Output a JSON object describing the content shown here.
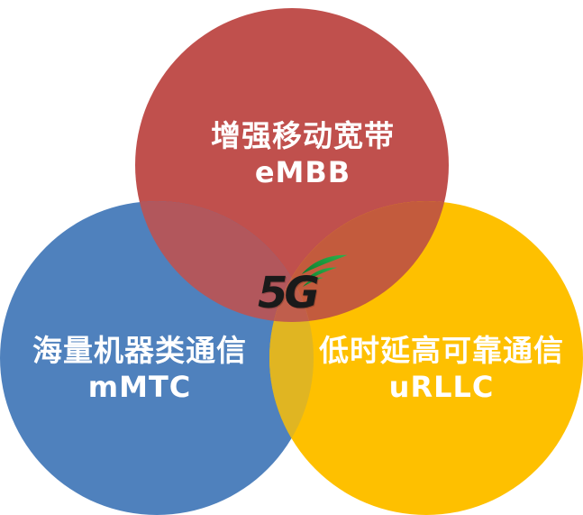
{
  "diagram": {
    "type": "venn",
    "subject": "5G application scenarios",
    "background_color": "#ffffff",
    "text_color": "#ffffff",
    "logo": {
      "text": "5G",
      "text_color": "#1a1a1a",
      "icon": "signal-waves-icon",
      "swoosh_color_dark": "#0b7a2e",
      "swoosh_color_light": "#2cb24c"
    },
    "circles": [
      {
        "id": "embb",
        "label_zh": "增强移动宽带",
        "label_en": "eMBB",
        "color": "#c0504d"
      },
      {
        "id": "mmtc",
        "label_zh": "海量机器类通信",
        "label_en": "mMTC",
        "color": "#4f81bd"
      },
      {
        "id": "urllc",
        "label_zh": "低时延高可靠通信",
        "label_en": "uRLLC",
        "color": "#fec000"
      }
    ],
    "overlap_colors": {
      "embb_mmtc": "#b2575c",
      "embb_urllc": "#c35b3d",
      "mmtc_urllc": "#e0b522",
      "center": "#c05e4c"
    }
  }
}
